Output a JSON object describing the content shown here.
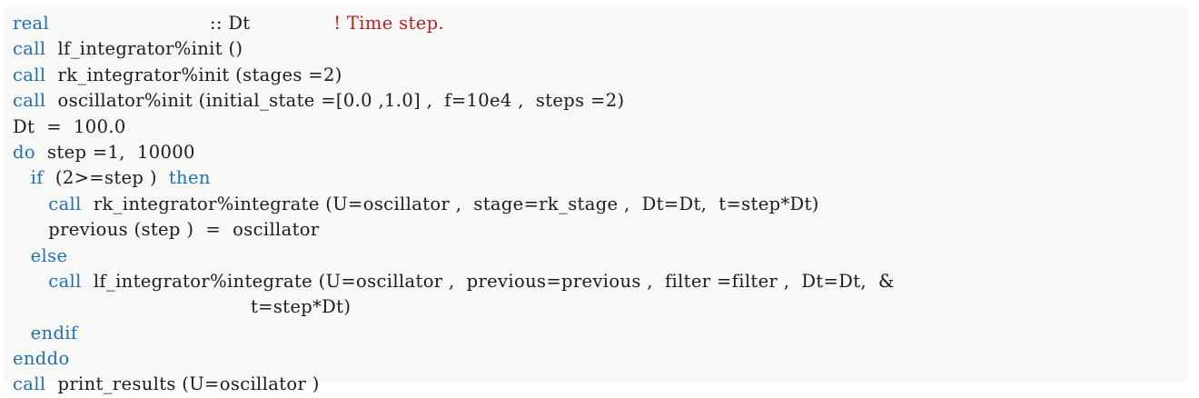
{
  "listing": {
    "language": "Fortran",
    "background_color": "#f8f8f6",
    "keyword_color": "#1f6fb5",
    "comment_color": "#b22222",
    "text_color": "#1a1a1a",
    "lines": [
      {
        "id": "line-1",
        "tokens": [
          {
            "kind": "kw",
            "text": "real"
          },
          {
            "kind": "pad",
            "text": "                           "
          },
          {
            "kind": "txt",
            "text": ":: Dt"
          },
          {
            "kind": "pad",
            "text": "              "
          },
          {
            "kind": "cmt",
            "text": "! Time step."
          }
        ]
      },
      {
        "id": "line-2",
        "tokens": [
          {
            "kind": "kw",
            "text": "call"
          },
          {
            "kind": "txt",
            "text": "  lf_integrator%init ()"
          }
        ]
      },
      {
        "id": "line-3",
        "tokens": [
          {
            "kind": "kw",
            "text": "call"
          },
          {
            "kind": "txt",
            "text": "  rk_integrator%init (stages =2)"
          }
        ]
      },
      {
        "id": "line-4",
        "tokens": [
          {
            "kind": "kw",
            "text": "call"
          },
          {
            "kind": "txt",
            "text": "  oscillator%init (initial_state =[0.0 ,1.0] ,  f=10e4 ,  steps =2)"
          }
        ]
      },
      {
        "id": "line-5",
        "tokens": [
          {
            "kind": "txt",
            "text": "Dt  =  100.0"
          }
        ]
      },
      {
        "id": "line-6",
        "tokens": [
          {
            "kind": "kw",
            "text": "do"
          },
          {
            "kind": "txt",
            "text": "  step =1,  10000"
          }
        ]
      },
      {
        "id": "line-7",
        "tokens": [
          {
            "kind": "txt",
            "text": "   "
          },
          {
            "kind": "kw",
            "text": "if"
          },
          {
            "kind": "txt",
            "text": "  (2>=step )  "
          },
          {
            "kind": "kw",
            "text": "then"
          }
        ]
      },
      {
        "id": "line-8",
        "tokens": [
          {
            "kind": "txt",
            "text": "      "
          },
          {
            "kind": "kw",
            "text": "call"
          },
          {
            "kind": "txt",
            "text": "  rk_integrator%integrate (U=oscillator ,  stage=rk_stage ,  Dt=Dt,  t=step*Dt)"
          }
        ]
      },
      {
        "id": "line-9",
        "tokens": [
          {
            "kind": "txt",
            "text": "      previous (step )  =  oscillator"
          }
        ]
      },
      {
        "id": "line-10",
        "tokens": [
          {
            "kind": "txt",
            "text": "   "
          },
          {
            "kind": "kw",
            "text": "else"
          }
        ]
      },
      {
        "id": "line-11",
        "tokens": [
          {
            "kind": "txt",
            "text": "      "
          },
          {
            "kind": "kw",
            "text": "call"
          },
          {
            "kind": "txt",
            "text": "  lf_integrator%integrate (U=oscillator ,  previous=previous ,  filter =filter ,  Dt=Dt,  &"
          }
        ]
      },
      {
        "id": "line-12",
        "tokens": [
          {
            "kind": "txt",
            "text": "                                        t=step*Dt)"
          }
        ]
      },
      {
        "id": "line-13",
        "tokens": [
          {
            "kind": "txt",
            "text": "   "
          },
          {
            "kind": "kw",
            "text": "endif"
          }
        ]
      },
      {
        "id": "line-14",
        "tokens": [
          {
            "kind": "kw",
            "text": "enddo"
          }
        ]
      },
      {
        "id": "line-15",
        "tokens": [
          {
            "kind": "kw",
            "text": "call"
          },
          {
            "kind": "txt",
            "text": "  print_results (U=oscillator )"
          }
        ]
      }
    ]
  }
}
